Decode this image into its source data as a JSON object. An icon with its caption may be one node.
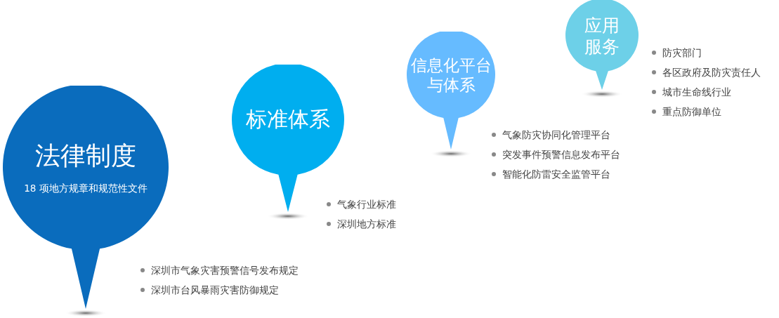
{
  "diagram": {
    "nodes": [
      {
        "text": [
          "法律制度",
          "18 项地方规章和规范性文件"
        ],
        "beside": [
          "深圳市气象灾害预警信号发布规定",
          "深圳市台风暴雨灾害防御规定"
        ]
      },
      {
        "text": [
          "标准体系"
        ],
        "beside": [
          "气象行业标准",
          "深圳地方标准"
        ]
      },
      {
        "text": [
          "信息化平台与体系"
        ],
        "beside": [
          "气象防灾协同化管理平台",
          "突发事件预警信息发布平台",
          "智能化防雷安全监管平台"
        ]
      },
      {
        "text": [
          "应用服务"
        ],
        "beside": [
          "防灾部门",
          "各区政府及防灾责任人",
          "城市生命线行业",
          "重点防御单位"
        ]
      }
    ]
  }
}
